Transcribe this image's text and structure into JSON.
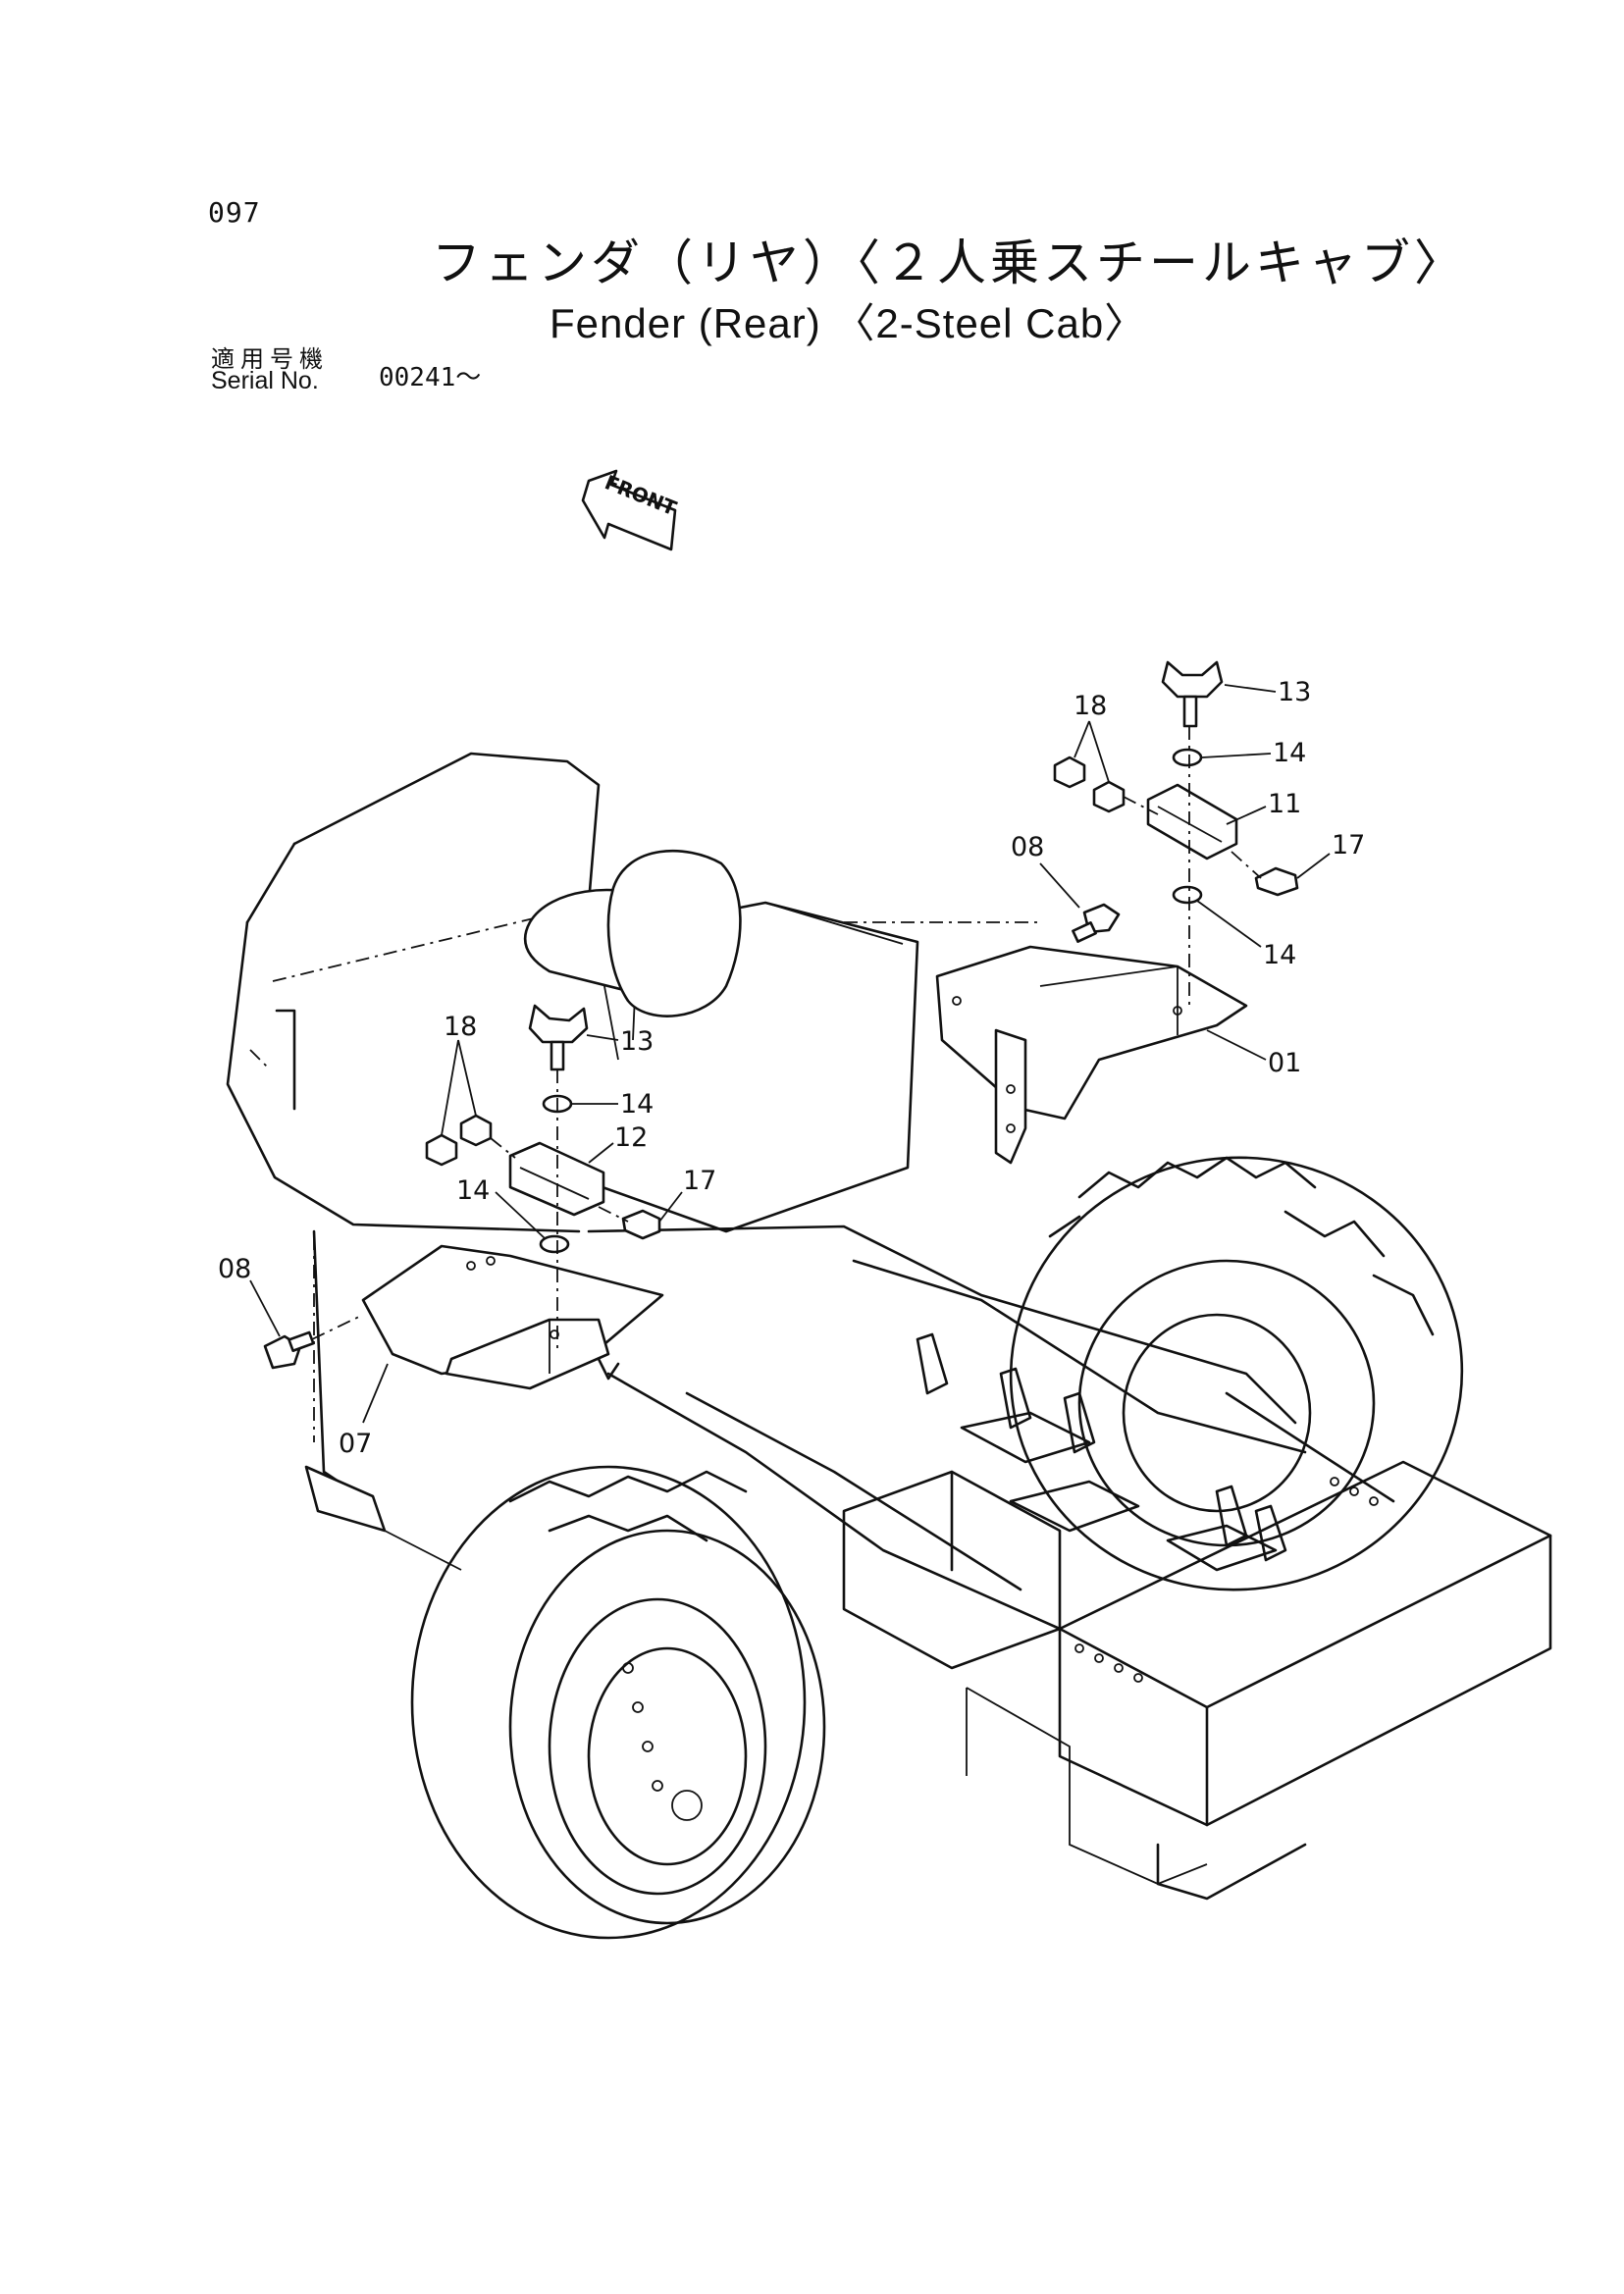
{
  "page_number": "097",
  "title_jp": "フェンダ（リヤ）〈２人乗スチールキャブ〉",
  "title_en": "Fender (Rear) 〈2-Steel Cab〉",
  "serial_label_jp": "適用号機",
  "serial_label_en": "Serial No.",
  "serial_value": "00241～",
  "front_label": "FRONT",
  "callouts": {
    "right_13": "13",
    "right_18": "18",
    "right_14_top": "14",
    "right_11": "11",
    "right_17": "17",
    "right_08": "08",
    "right_14_bottom": "14",
    "right_01": "01",
    "left_18": "18",
    "left_13": "13",
    "left_14_top": "14",
    "left_12": "12",
    "left_17": "17",
    "left_14_bottom": "14",
    "left_08": "08",
    "left_07": "07"
  }
}
